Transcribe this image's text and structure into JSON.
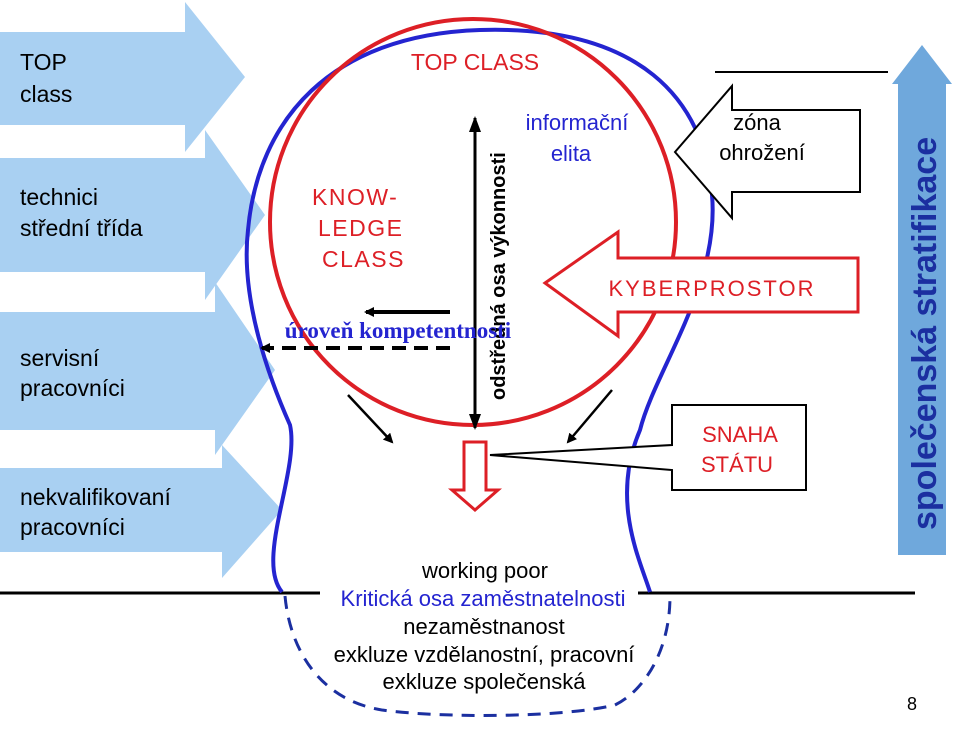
{
  "left_arrows": [
    {
      "lines": [
        "TOP",
        "class"
      ]
    },
    {
      "lines": [
        "technici",
        "střední třída"
      ]
    },
    {
      "lines": [
        "servisní",
        "pracovníci"
      ]
    },
    {
      "lines": [
        "nekvalifikovaní",
        "pracovníci"
      ]
    }
  ],
  "top_class": "TOP  CLASS",
  "knowledge_class": [
    "KNOW-",
    "LEDGE",
    "CLASS"
  ],
  "vertical_axis": "odstředná osa výkonnosti",
  "info_elite": [
    "informační",
    "elita"
  ],
  "threat_zone": [
    "zóna",
    "ohrožení"
  ],
  "cyberspace": "KYBERPROSTOR",
  "competence_level": "úroveň kompetentnosti",
  "state_effort": [
    "SNAHA",
    "STÁTU"
  ],
  "lower": {
    "working_poor": "working poor",
    "critical_axis": "Kritická osa zaměstnatelnosti",
    "unemployment": "nezaměstnanost",
    "exclusion_edu": "exkluze vzdělanostní, pracovní",
    "exclusion_social": "exkluze společenská"
  },
  "stratification": "společenská stratifikace",
  "page_number": "8",
  "colors": {
    "arrow_fill": "#a9d0f2",
    "red": "#dd1f26",
    "blue": "#2424d0",
    "dark_blue": "#1b2fa0",
    "strat_arrow": "#6fa8dc",
    "black": "#000000"
  }
}
